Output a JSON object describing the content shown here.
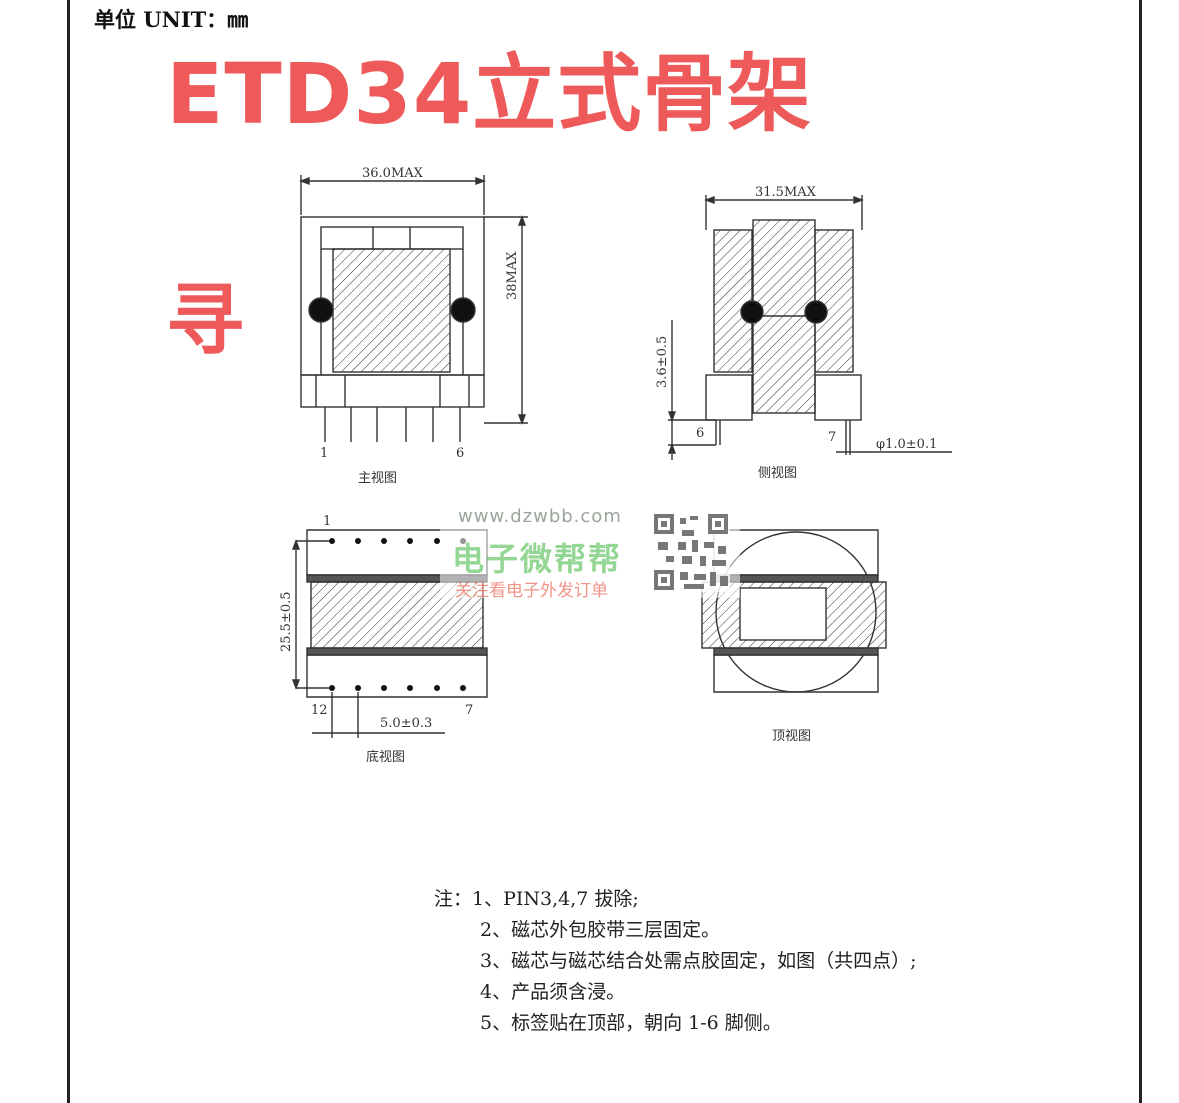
{
  "header": {
    "unit": "单位 UNIT：㎜"
  },
  "title": "ETD34立式骨架",
  "side_char": "寻",
  "views": {
    "front": {
      "label": "主视图",
      "width_dim": "36.0MAX",
      "height_dim": "38MAX",
      "pin_left": "1",
      "pin_right": "6"
    },
    "side": {
      "label": "侧视图",
      "width_dim": "31.5MAX",
      "pin_height": "3.6±0.5",
      "pin_left": "6",
      "pin_right": "7",
      "pin_dia": "φ1.0±0.1"
    },
    "bottom": {
      "label": "底视图",
      "pin_top": "1",
      "pin_bottom_left": "12",
      "pin_bottom_right": "7",
      "height_dim": "25.5±0.5",
      "pitch_dim": "5.0±0.3"
    },
    "top": {
      "label": "顶视图"
    }
  },
  "watermark": {
    "url": "www.dzwbb.com",
    "brand": "电子微帮帮",
    "slogan": "关注看电子外发订单"
  },
  "notes": {
    "prefix": "注：",
    "items": [
      "1、PIN3,4,7 拔除;",
      "2、磁芯外包胶带三层固定。",
      "3、磁芯与磁芯结合处需点胶固定，如图（共四点）;",
      "4、产品须含浸。",
      "5、标签贴在顶部，朝向 1-6 脚侧。"
    ]
  }
}
